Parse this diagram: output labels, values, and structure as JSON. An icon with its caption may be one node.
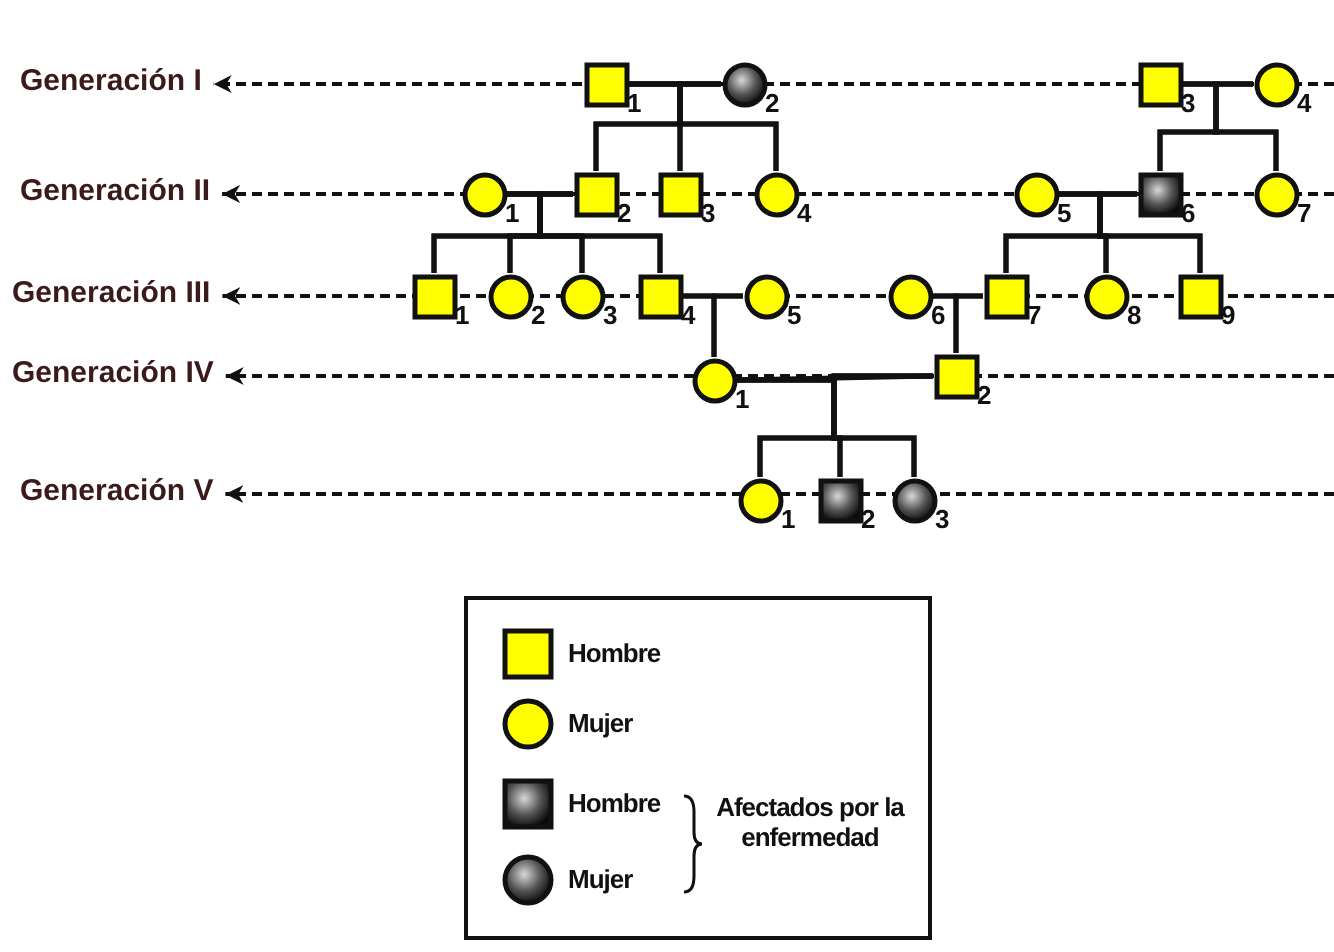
{
  "diagram": {
    "nodes": [
      {
        "text": [
          "Generación I"
        ]
      },
      {
        "text": [],
        "shape": "box",
        "beside": [
          "1"
        ]
      },
      {
        "text": [],
        "shape": "circle",
        "beside": [
          "2"
        ]
      },
      {
        "text": [],
        "shape": "box",
        "beside": [
          "3"
        ]
      },
      {
        "text": [],
        "shape": "circle",
        "beside": [
          "4"
        ]
      },
      {
        "text": [
          "Generación II"
        ]
      },
      {
        "text": [],
        "shape": "circle",
        "beside": [
          "1"
        ]
      },
      {
        "text": [],
        "shape": "box",
        "beside": [
          "2"
        ]
      },
      {
        "text": [],
        "shape": "box",
        "beside": [
          "3"
        ]
      },
      {
        "text": [],
        "shape": "circle",
        "beside": [
          "4"
        ]
      },
      {
        "text": [],
        "shape": "circle",
        "beside": [
          "5"
        ]
      },
      {
        "text": [],
        "shape": "box",
        "beside": [
          "6"
        ]
      },
      {
        "text": [],
        "shape": "circle",
        "beside": [
          "7"
        ]
      },
      {
        "text": [
          "Generación III"
        ]
      },
      {
        "text": [],
        "shape": "box",
        "beside": [
          "1"
        ]
      },
      {
        "text": [],
        "shape": "circle",
        "beside": [
          "2"
        ]
      },
      {
        "text": [],
        "shape": "circle",
        "beside": [
          "3"
        ]
      },
      {
        "text": [],
        "shape": "box",
        "beside": [
          "4"
        ]
      },
      {
        "text": [],
        "shape": "circle",
        "beside": [
          "5"
        ]
      },
      {
        "text": [],
        "shape": "circle",
        "beside": [
          "6"
        ]
      },
      {
        "text": [],
        "shape": "box",
        "beside": [
          "7"
        ]
      },
      {
        "text": [],
        "shape": "circle",
        "beside": [
          "8"
        ]
      },
      {
        "text": [],
        "shape": "box",
        "beside": [
          "9"
        ]
      },
      {
        "text": [
          "Generación IV"
        ]
      },
      {
        "text": [],
        "shape": "circle",
        "beside": [
          "1"
        ]
      },
      {
        "text": [],
        "shape": "box",
        "beside": [
          "2"
        ]
      },
      {
        "text": [
          "Generación V"
        ]
      },
      {
        "text": [],
        "shape": "circle",
        "beside": [
          "1"
        ]
      },
      {
        "text": [],
        "shape": "box",
        "beside": [
          "2"
        ]
      },
      {
        "text": [],
        "shape": "circle",
        "beside": [
          "3"
        ]
      }
    ],
    "edges": [
      {
        "from": null,
        "to": 0,
        "arrow": "to",
        "style": "dashed"
      },
      {
        "from": null,
        "to": 5,
        "arrow": "to",
        "style": "dashed"
      },
      {
        "from": null,
        "to": 13,
        "arrow": "to",
        "style": "dashed"
      },
      {
        "from": null,
        "to": 23,
        "arrow": "to",
        "style": "dashed"
      },
      {
        "from": null,
        "to": 26,
        "arrow": "to",
        "style": "dashed"
      },
      {
        "from": 1,
        "to": 2,
        "arrow": "none"
      },
      {
        "from": 1,
        "to": 7,
        "arrow": "none"
      },
      {
        "from": 1,
        "to": 8,
        "arrow": "none"
      },
      {
        "from": 1,
        "to": 9,
        "arrow": "none"
      },
      {
        "from": 2,
        "to": 7,
        "arrow": "none"
      },
      {
        "from": 2,
        "to": 8,
        "arrow": "none"
      },
      {
        "from": 2,
        "to": 9,
        "arrow": "none"
      },
      {
        "from": 3,
        "to": 4,
        "arrow": "none"
      },
      {
        "from": 3,
        "to": 11,
        "arrow": "none"
      },
      {
        "from": 3,
        "to": 12,
        "arrow": "none"
      },
      {
        "from": 4,
        "to": 11,
        "arrow": "none"
      },
      {
        "from": 4,
        "to": 12,
        "arrow": "none"
      },
      {
        "from": 6,
        "to": 7,
        "arrow": "none"
      },
      {
        "from": 6,
        "to": 14,
        "arrow": "none"
      },
      {
        "from": 6,
        "to": 15,
        "arrow": "none"
      },
      {
        "from": 6,
        "to": 16,
        "arrow": "none"
      },
      {
        "from": 6,
        "to": 17,
        "arrow": "none"
      },
      {
        "from": 7,
        "to": 14,
        "arrow": "none"
      },
      {
        "from": 7,
        "to": 15,
        "arrow": "none"
      },
      {
        "from": 7,
        "to": 16,
        "arrow": "none"
      },
      {
        "from": 7,
        "to": 17,
        "arrow": "none"
      },
      {
        "from": 10,
        "to": 11,
        "arrow": "none"
      },
      {
        "from": 10,
        "to": 20,
        "arrow": "none"
      },
      {
        "from": 10,
        "to": 21,
        "arrow": "none"
      },
      {
        "from": 10,
        "to": 22,
        "arrow": "none"
      },
      {
        "from": 11,
        "to": 20,
        "arrow": "none"
      },
      {
        "from": 11,
        "to": 21,
        "arrow": "none"
      },
      {
        "from": 11,
        "to": 22,
        "arrow": "none"
      },
      {
        "from": 17,
        "to": 18,
        "arrow": "none"
      },
      {
        "from": 17,
        "to": 24,
        "arrow": "none"
      },
      {
        "from": 18,
        "to": 24,
        "arrow": "none"
      },
      {
        "from": 19,
        "to": 20,
        "arrow": "none"
      },
      {
        "from": 19,
        "to": 25,
        "arrow": "none"
      },
      {
        "from": 20,
        "to": 25,
        "arrow": "none"
      },
      {
        "from": 24,
        "to": 25,
        "arrow": "none"
      },
      {
        "from": 24,
        "to": 27,
        "arrow": "none"
      },
      {
        "from": 24,
        "to": 28,
        "arrow": "none"
      },
      {
        "from": 24,
        "to": 29,
        "arrow": "none"
      },
      {
        "from": 25,
        "to": 27,
        "arrow": "none"
      },
      {
        "from": 25,
        "to": 28,
        "arrow": "none"
      },
      {
        "from": 25,
        "to": 29,
        "arrow": "none"
      }
    ],
    "labels": [
      "Afectados por la enfermedad"
    ],
    "legend": [
      {
        "text": "Hombre"
      },
      {
        "text": "Mujer"
      },
      {
        "text": "Hombre"
      },
      {
        "text": "Mujer"
      }
    ]
  }
}
